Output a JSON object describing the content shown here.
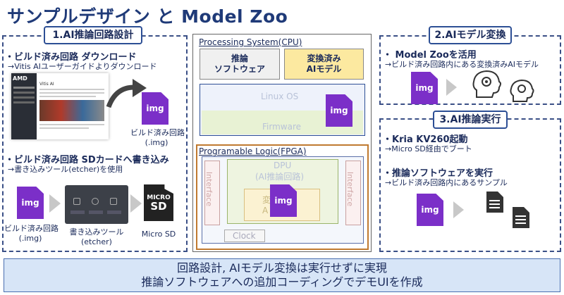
{
  "title": "サンプルデザイン と Model Zoo",
  "s1": {
    "label": "1.AI推論回路設計",
    "b1": "・ビルド済み回路 ダウンロード",
    "b1_sub": "→Vitis AIユーザーガイドよりダウンロード",
    "img1_label": "img",
    "img1_cap1": "ビルド済み回路",
    "img1_cap2": "(.img)",
    "b2": "・ビルド済み回路 SDカードへ書き込み",
    "b2_sub": "→書き込みツール(etcher)を使用",
    "img2_label": "img",
    "img2_cap1": "ビルド済み回路",
    "img2_cap2": "(.img)",
    "tool_cap1": "書き込みツール",
    "tool_cap2": "(etcher)",
    "sd_line1": "MICRO",
    "sd_line2": "SD",
    "sd_cap": "Micro SD",
    "screenshot_brand": "AMD",
    "screenshot_heading": "Vitis AI"
  },
  "center": {
    "ps_label": "Processing System(CPU)",
    "inference_sw": "推論\nソフトウェア",
    "converted_model": "変換済み\nAIモデル",
    "linux": "Linux OS",
    "firmware": "Firmware",
    "img_label": "img",
    "pl_label": "Programable Logic(FPGA)",
    "dpu": "DPU",
    "dpu_sub": "(AI推論回路)",
    "interface_left": "Interface",
    "interface_right": "Interface",
    "inner_partial1": "変",
    "inner_partial2": "A",
    "pl_img_label": "img",
    "clock": "Clock"
  },
  "s2": {
    "label": "2.AIモデル変換",
    "b1": "・ Model Zooを活用",
    "b1_sub": "→ビルド済み回路内にある変換済みAIモデル",
    "img_label": "img"
  },
  "s3": {
    "label": "3.AI推論実行",
    "b1": "・Kria KV260起動",
    "b1_sub": "→Micro SD経由でブート",
    "b2": "・推論ソフトウェアを実行",
    "b2_sub": "→ビルド済み回路内にあるサンプル",
    "img_label": "img"
  },
  "bottom": {
    "line1": "回路設計, AIモデル変換は実行せずに実現",
    "line2": "推論ソフトウェアへの追加コーディングでデモUIを作成"
  },
  "colors": {
    "accent": "#2d4f95",
    "purple": "#7b2fc8",
    "yellow": "#fce9a0",
    "pl_border": "#c07a30",
    "bottom_bg": "#d7e5f7"
  }
}
